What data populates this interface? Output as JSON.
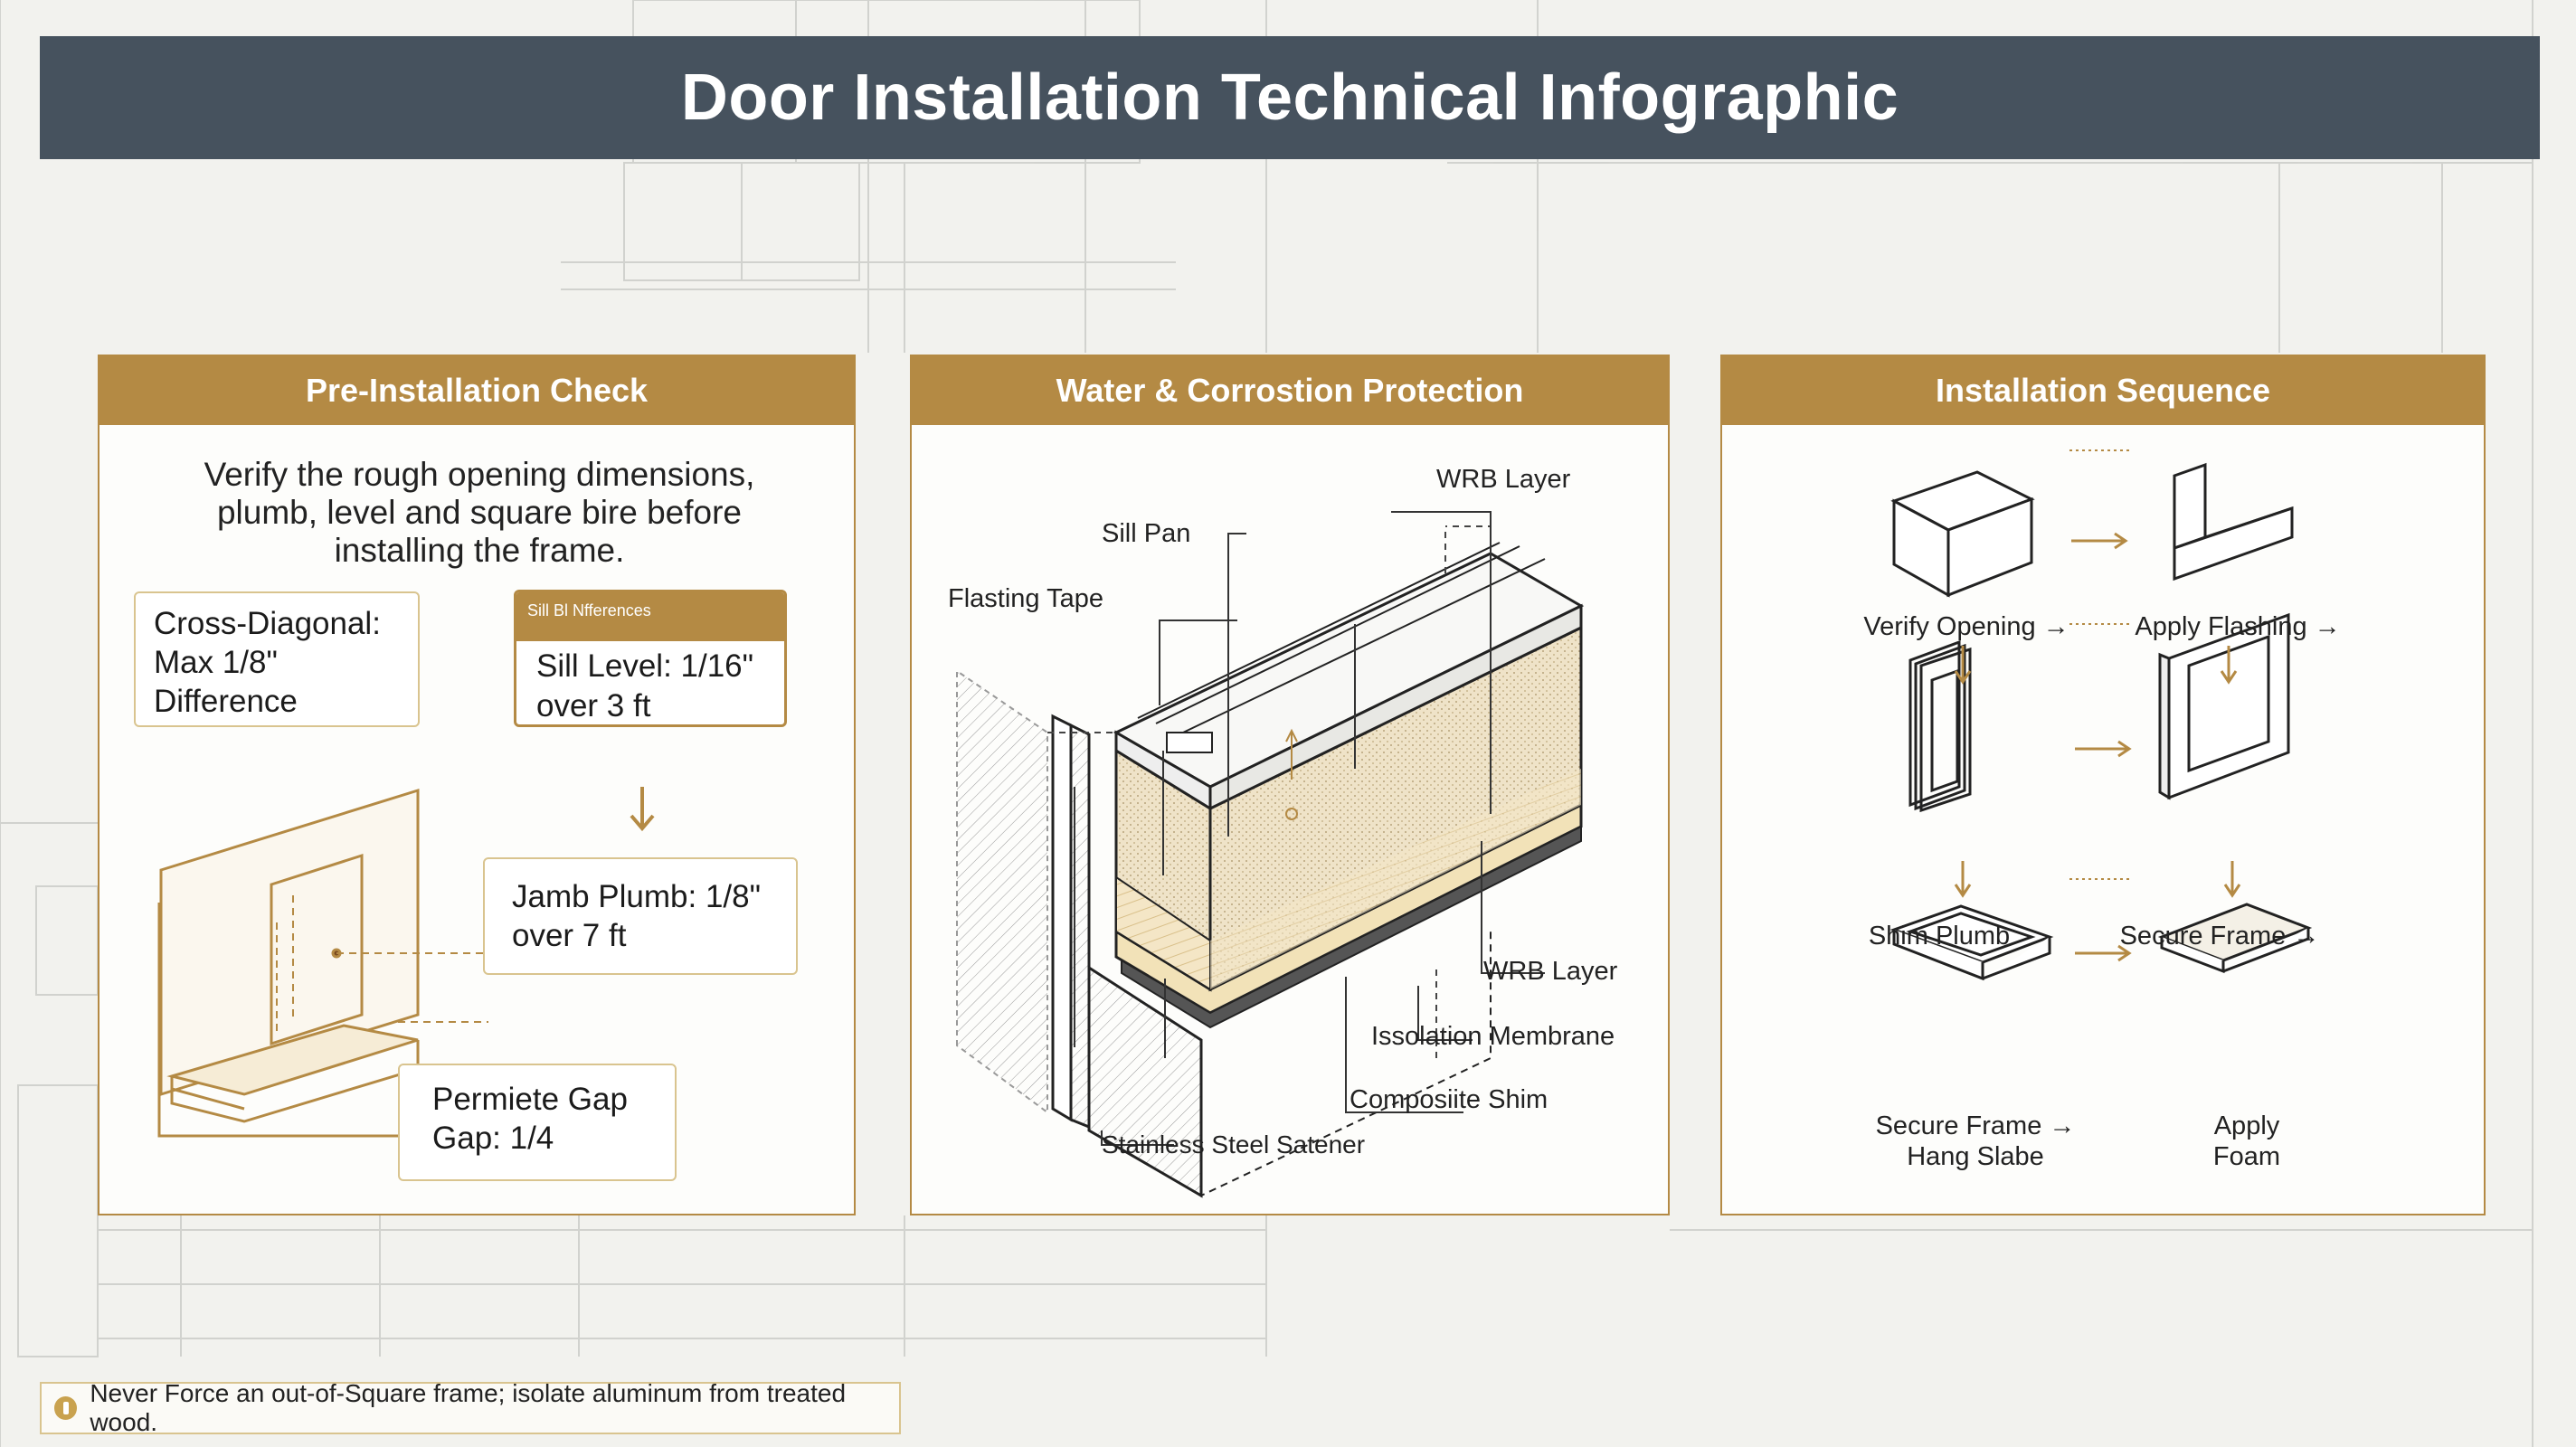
{
  "title": "Door Installation Technical Infographic",
  "colors": {
    "header": "#46525e",
    "accent": "#b48a44",
    "background": "#f2f2ee"
  },
  "panels": [
    {
      "heading": "Pre-Installation Check",
      "intro": "Verify the rough opening dimensions, plumb, level and square bire before installing the frame.",
      "boxes": {
        "cross_diagonal": [
          "Cross-Diagonal:",
          "Max 1/8\"",
          "Difference"
        ],
        "sill_tab": "Sill Bl Nfferences",
        "sill_level": [
          "Sill Level: 1/16\"",
          "over 3 ft"
        ],
        "jamb_plumb": [
          "Jamb Plumb: 1/8\"",
          "over 7 ft"
        ],
        "perimeter_gap": [
          "Permiete Gap",
          "Gap: 1/4"
        ]
      }
    },
    {
      "heading": "Water & Corrostion Protection",
      "callouts": {
        "wrb_top": "WRB Layer",
        "sill_pan": "Sill Pan",
        "flashing_tape": "Flasting Tape",
        "wrb_bottom": "WRB Layer",
        "isolation_membrane": "Issolation Membrane",
        "composite_shim": "Composiite Shim",
        "fastener": "Stainless Steel Satener"
      }
    },
    {
      "heading": "Installation Sequence",
      "steps": {
        "verify_opening": "Verify Opening →",
        "apply_flashing": "Apply Flashing →",
        "shim_plumb": "Shim Plumb",
        "secure_frame_1": "Secure Frame →",
        "secure_frame_2": "Secure Frame →",
        "hang_slab": "Hang Slabe",
        "apply": "Apply",
        "foam": "Foam"
      }
    }
  ],
  "footer": {
    "icon": "warning-icon",
    "note": "Never Force an out-of-Square frame; isolate aluminum from treated wood."
  }
}
